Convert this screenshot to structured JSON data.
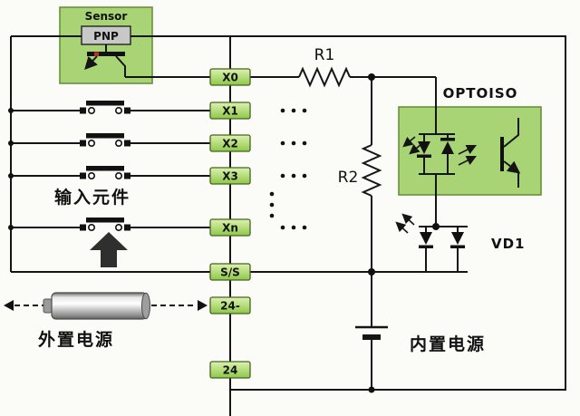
{
  "diagram": {
    "sensor": {
      "title": "Sensor",
      "type_label": "PNP"
    },
    "terminals": [
      {
        "label": "X0"
      },
      {
        "label": "X1"
      },
      {
        "label": "X2"
      },
      {
        "label": "X3"
      },
      {
        "label": "Xn"
      },
      {
        "label": "S/S"
      },
      {
        "label": "24-"
      },
      {
        "label": "24"
      }
    ],
    "components": {
      "r1": "R1",
      "r2": "R2",
      "optocoupler": "OPTOISO",
      "protection_diodes": "VD1"
    },
    "annotations": {
      "input_devices": "输入元件",
      "external_power": "外置电源",
      "internal_power": "内置电源"
    },
    "colors": {
      "component_box_green": "#a9d476",
      "terminal_green": "#a8d65c",
      "line_black": "#151515",
      "chip_gray": "#c8c8c8",
      "background": "#fbfbf8"
    }
  }
}
